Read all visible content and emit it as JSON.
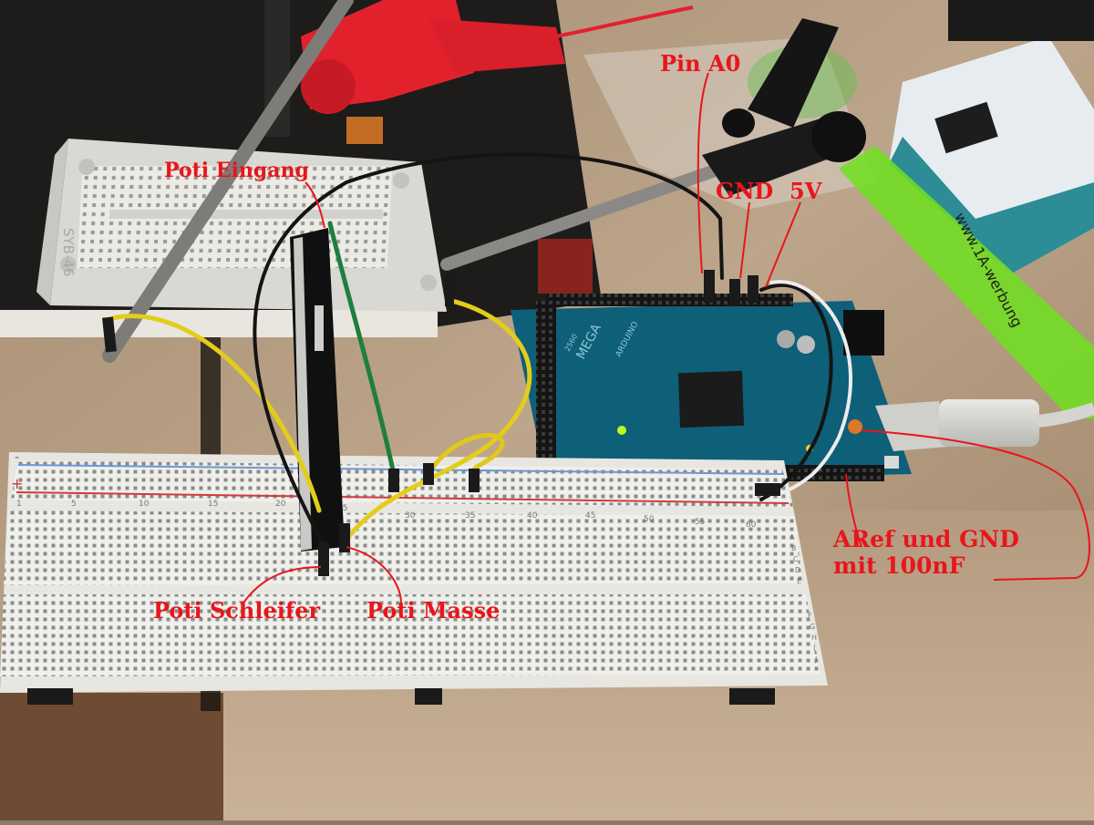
{
  "annotations": {
    "pin_a0": "Pin A0",
    "gnd": "GND",
    "v5": "5V",
    "poti_eingang": "Poti Eingang",
    "poti_schleifer": "Poti Schleifer",
    "poti_masse": "Poti Masse",
    "aref_line1": "ARef und GND",
    "aref_line2": "mit 100nF"
  },
  "photo_text": {
    "small_breadboard_label": "SYB-46",
    "board_name": "MEGA",
    "board_brand": "ARDUINO",
    "board_model": "2560",
    "green_strip_text": "www.1A-werbung",
    "breadboard_column_numbers": [
      "1",
      "5",
      "10",
      "15",
      "20",
      "25",
      "30",
      "35",
      "40",
      "45",
      "50",
      "55",
      "60"
    ],
    "breadboard_row_letters_top": [
      "A",
      "B",
      "C",
      "D",
      "E"
    ],
    "breadboard_row_letters_bottom": [
      "F",
      "G",
      "H",
      "I",
      "J"
    ],
    "breadboard_rail_signs": [
      "-",
      "+"
    ]
  },
  "colors": {
    "annotation_red": "#e8161c",
    "breadboard_white": "#eeeeea",
    "arduino_teal": "#0e5f78",
    "desk_wood": "#b79e82"
  }
}
